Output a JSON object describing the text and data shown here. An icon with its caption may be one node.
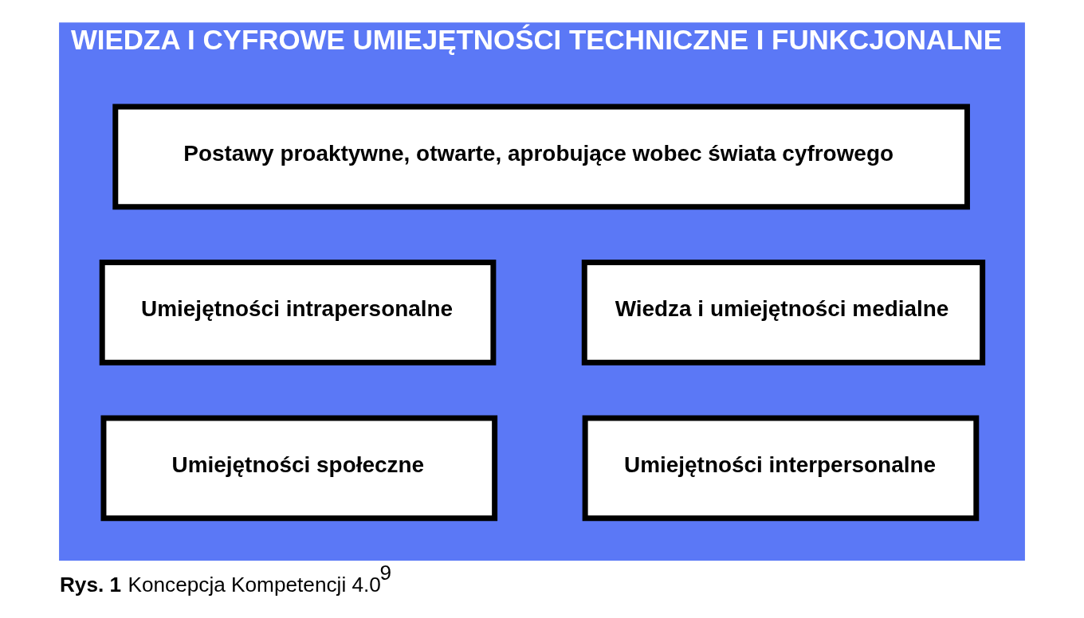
{
  "diagram": {
    "caption": "**Rys. 1** Koncepcja Kompetencji 4.0$^{9}$",
    "nodes": [
      {
        "text": [
          "WIEDZA I CYFROWE UMIEJĘTNOŚCI TECHNICZNE I FUNKCJONALNE"
        ]
      },
      {
        "text": [
          "Postawy proaktywne, otwarte, aprobujące wobec świata cyfrowego"
        ],
        "in": 0
      },
      {
        "text": [
          "Umiejętności intrapersonalne"
        ],
        "in": 0
      },
      {
        "text": [
          "Wiedza i umiejętności medialne"
        ],
        "in": 0
      },
      {
        "text": [
          "Umiejętności społeczne"
        ],
        "in": 0
      },
      {
        "text": [
          "Umiejętności interpersonalne"
        ],
        "in": 0
      }
    ],
    "edges": []
  }
}
